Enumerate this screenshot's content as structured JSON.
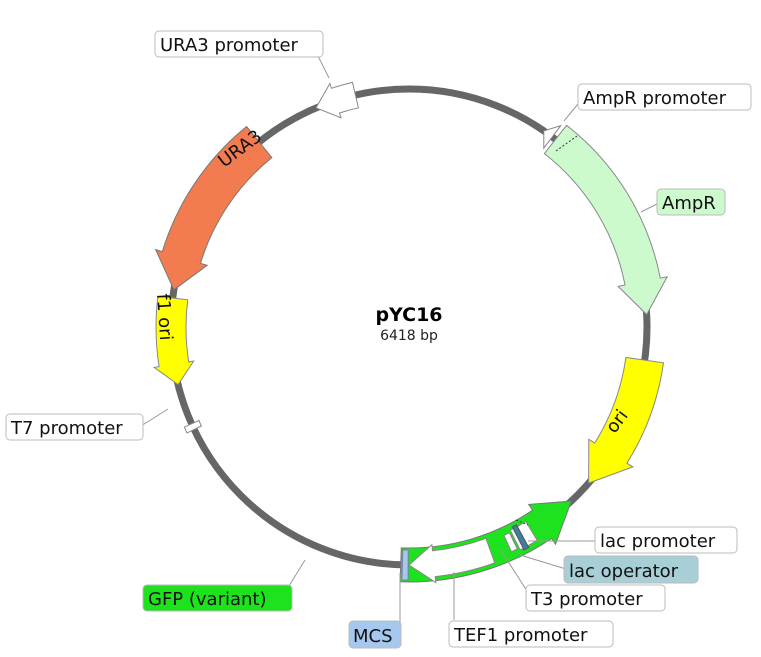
{
  "plasmid": {
    "name": "pYC16",
    "size": "6418 bp"
  },
  "colors": {
    "backbone": "#666666",
    "ura3": "#f27b4f",
    "ampr": "#ccfacc",
    "ori": "#ffff00",
    "f1ori": "#ffff00",
    "gfp": "#1ee21e",
    "promoter": "#ffffff",
    "lac_operator": "#a9cfd6",
    "mcs": "#a6c8ef"
  },
  "features": {
    "ura3": "URA3",
    "ampr": "AmpR",
    "ori": "ori",
    "f1ori": "f1 ori",
    "gfp": "GFP (variant)",
    "ura3_promoter": "URA3 promoter",
    "ampr_promoter": "AmpR promoter",
    "t7_promoter": "T7 promoter",
    "lac_promoter": "lac promoter",
    "lac_operator": "lac operator",
    "t3_promoter": "T3 promoter",
    "tef1_promoter": "TEF1 promoter",
    "mcs": "MCS"
  }
}
